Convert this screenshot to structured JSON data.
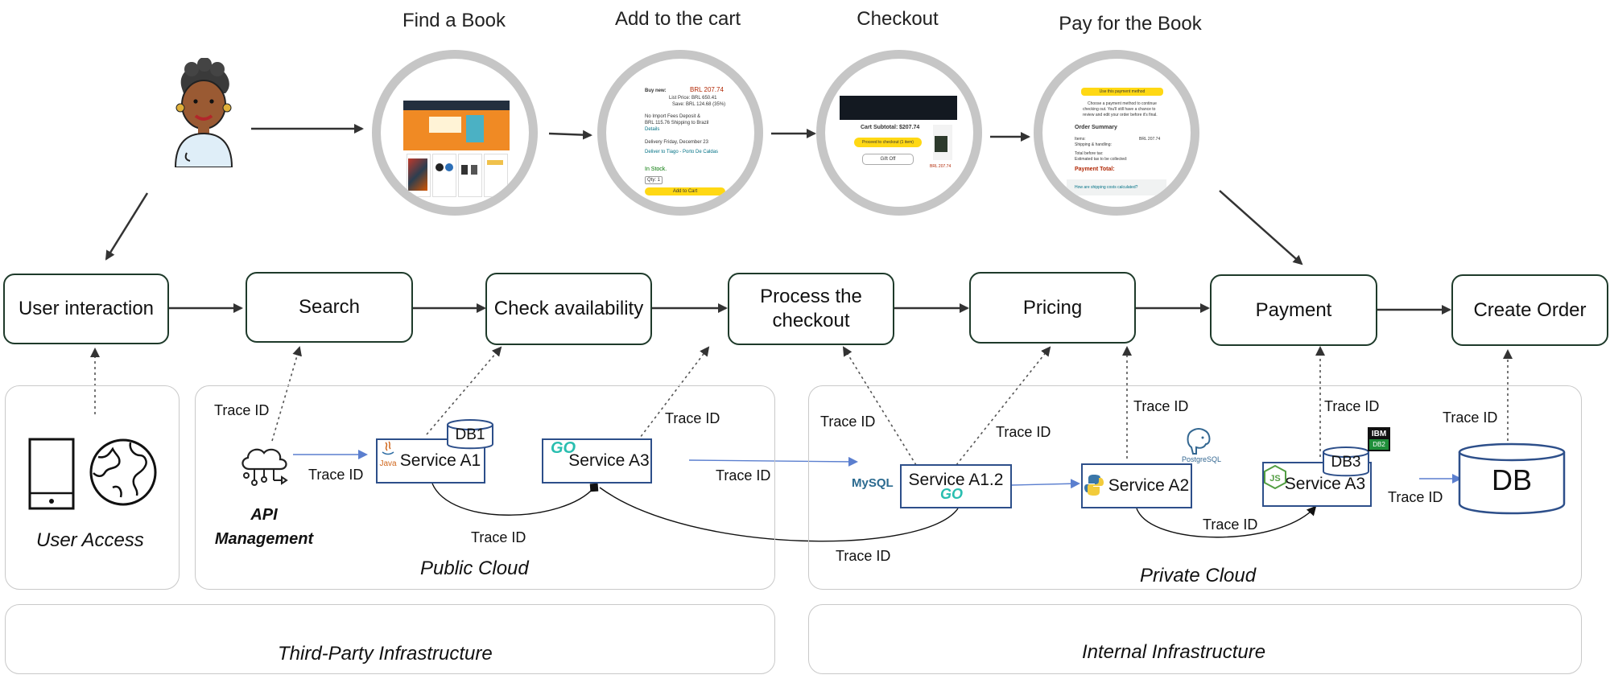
{
  "steps": {
    "find": "Find a Book",
    "cart": "Add to the cart",
    "checkout": "Checkout",
    "pay": "Pay for the Book"
  },
  "process": [
    "User interaction",
    "Search",
    "Check availability",
    "Process the checkout",
    "Pricing",
    "Payment",
    "Create Order"
  ],
  "panels": {
    "user_access": "User Access",
    "public_cloud": "Public Cloud",
    "private_cloud": "Private Cloud",
    "third_party": "Third-Party Infrastructure",
    "internal": "Internal Infrastructure"
  },
  "api": {
    "line1": "API",
    "line2": "Management"
  },
  "services": {
    "a1": "Service A1",
    "a3_public": "Service A3",
    "a12": "Service A1.2",
    "a2": "Service A2",
    "a3_private": "Service A3"
  },
  "databases": {
    "db1": "DB1",
    "db3": "DB3",
    "db": "DB"
  },
  "trace_label": "Trace ID",
  "logos": {
    "java": "Java",
    "go": "GO",
    "mysql": "MySQL",
    "postgres": "PostgreSQL",
    "python": "python-logo",
    "node": "JS",
    "ibm": "IBM",
    "db2": "DB2"
  },
  "screens": {
    "cart": {
      "buy_now": "Buy new:",
      "price": "BRL 207.74",
      "list_price": "List Price: BRL 650.41",
      "save": "Save: BRL 124.68 (35%)",
      "import": "No Import Fees Deposit &",
      "shipping": "BRL 115.76 Shipping to Brazil",
      "details": "Details",
      "delivery": "Delivery Friday, December 23",
      "deliver_to": "Deliver to Tiago - Porto De Caldas",
      "stock": "In Stock.",
      "qty": "Qty: 1",
      "add": "Add to Cart"
    },
    "checkout": {
      "subtotal": "Cart Subtotal:",
      "amount": "$207.74",
      "proceed": "Proceed to checkout (1 item)",
      "gift": "Gift Off",
      "price": "BRL 207.74"
    },
    "pay": {
      "use": "Use this payment method",
      "note1": "Choose a payment method to continue",
      "note2": "checking out. You'll still have a chance to",
      "note3": "review and edit your order before it's final.",
      "summary": "Order Summary",
      "items": "Items:",
      "items_val": "BRL 207.74",
      "ship": "Shipping & handling:",
      "before_tax": "Total before tax:",
      "est_tax": "Estimated tax to be collected:",
      "total": "Payment Total:",
      "link": "How are shipping costs calculated?"
    }
  },
  "colors": {
    "process_border": "#1e3a2a",
    "service_border": "#2d4f8a",
    "ring": "#c6c6c6",
    "flow_arrow": "#5b7fcf",
    "amazon_yellow": "#ffd814",
    "price_red": "#b12704"
  },
  "icons": [
    "user-avatar-icon",
    "mobile-phone-icon",
    "globe-icon",
    "cloud-api-icon",
    "postgres-elephant-icon",
    "python-icon",
    "nodejs-icon"
  ]
}
